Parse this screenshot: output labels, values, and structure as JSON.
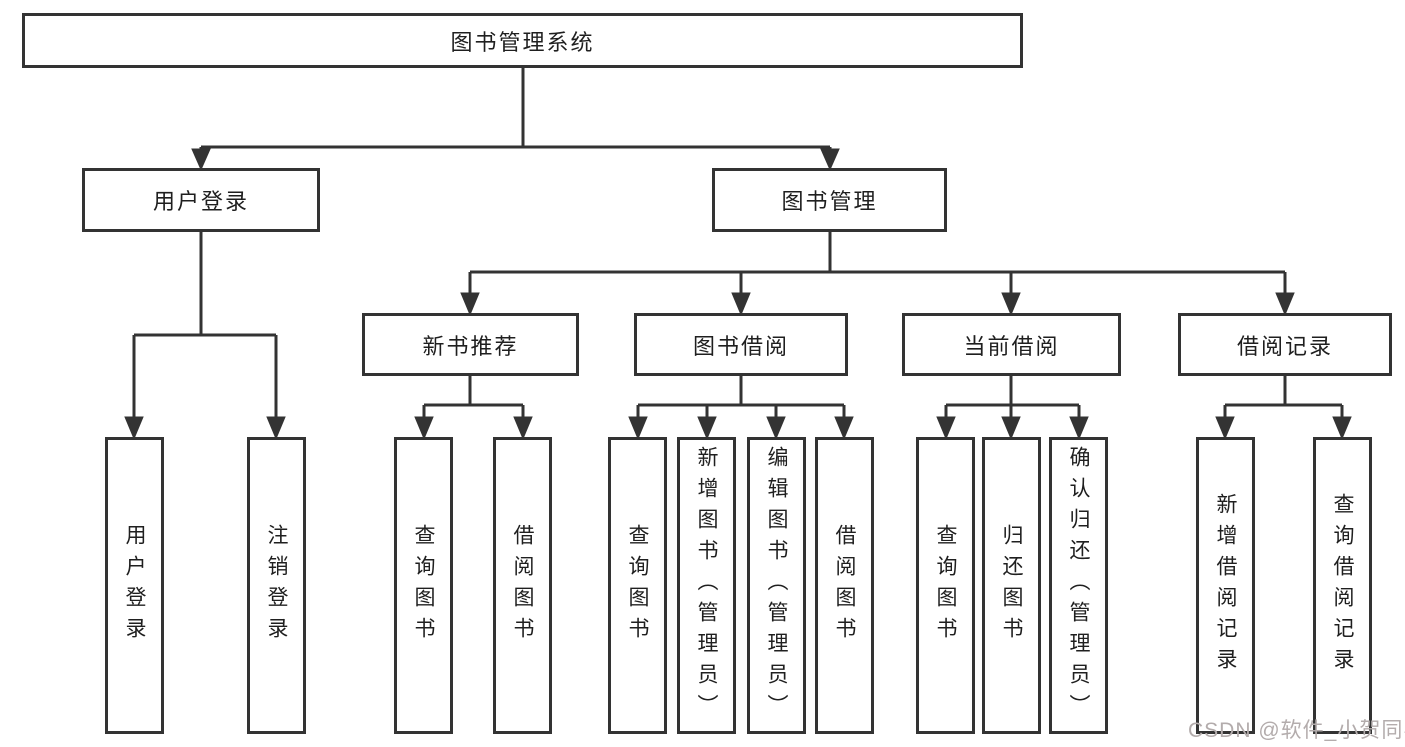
{
  "tree": {
    "root": {
      "label": "图书管理系统"
    },
    "branches": [
      {
        "label": "用户登录",
        "children": [
          {
            "label": "用户登录"
          },
          {
            "label": "注销登录"
          }
        ]
      },
      {
        "label": "图书管理",
        "groups": [
          {
            "label": "新书推荐",
            "children": [
              {
                "label": "查询图书"
              },
              {
                "label": "借阅图书"
              }
            ]
          },
          {
            "label": "图书借阅",
            "children": [
              {
                "label": "查询图书"
              },
              {
                "label": "新增图书（管理员）"
              },
              {
                "label": "编辑图书（管理员）"
              },
              {
                "label": "借阅图书"
              }
            ]
          },
          {
            "label": "当前借阅",
            "children": [
              {
                "label": "查询图书"
              },
              {
                "label": "归还图书"
              },
              {
                "label": "确认归还（管理员）"
              }
            ]
          },
          {
            "label": "借阅记录",
            "children": [
              {
                "label": "新增借阅记录"
              },
              {
                "label": "查询借阅记录"
              }
            ]
          }
        ]
      }
    ]
  },
  "watermark": {
    "text": "CSDN @软件_小贺同学"
  },
  "colors": {
    "line": "#333333",
    "box_border": "#333333",
    "text": "#1f1f1f",
    "background": "#ffffff",
    "watermark": "#b3acac"
  }
}
